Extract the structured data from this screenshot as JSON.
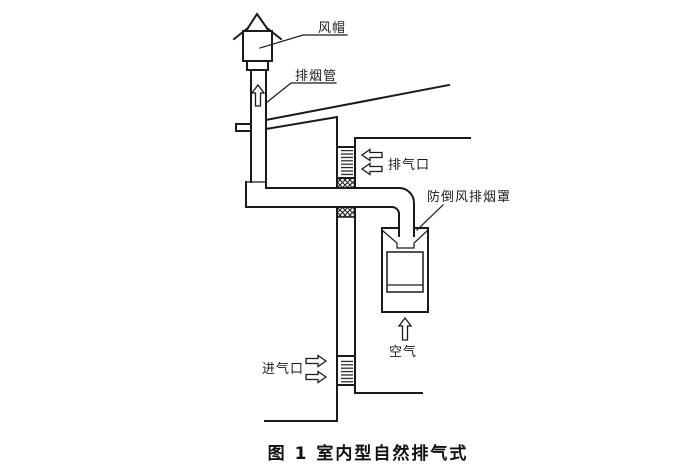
{
  "figure": {
    "caption": "图 1  室内型自然排气式",
    "labels": {
      "wind_cap": "风帽",
      "smoke_pipe": "排烟管",
      "exhaust_outlet": "排气口",
      "backdraft_hood": "防倒风排烟罩",
      "air_inlet": "进气口",
      "air": "空气"
    },
    "colors": {
      "line": "#1a1a1a",
      "background": "#ffffff"
    }
  }
}
